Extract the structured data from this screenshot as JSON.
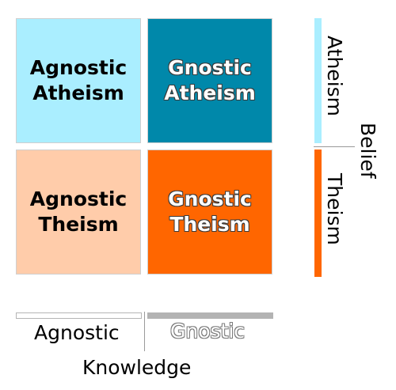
{
  "cells": {
    "agnostic_atheism": {
      "line1": "Agnostic",
      "line2": "Atheism"
    },
    "gnostic_atheism": {
      "line1": "Gnostic",
      "line2": "Atheism"
    },
    "agnostic_theism": {
      "line1": "Agnostic",
      "line2": "Theism"
    },
    "gnostic_theism": {
      "line1": "Gnostic",
      "line2": "Theism"
    }
  },
  "belief_axis": {
    "label": "Belief",
    "atheism": "Atheism",
    "theism": "Theism"
  },
  "knowledge_axis": {
    "label": "Knowledge",
    "agnostic": "Agnostic",
    "gnostic": "Gnostic"
  },
  "colors": {
    "agnostic_atheism": "#aaeeff",
    "gnostic_atheism": "#0088aa",
    "agnostic_theism": "#ffccaa",
    "gnostic_theism": "#ff6600",
    "atheism_bar": "#aaeeff",
    "theism_bar": "#ff6600",
    "agnostic_bar": "#ffffff",
    "gnostic_bar": "#b3b3b3"
  }
}
